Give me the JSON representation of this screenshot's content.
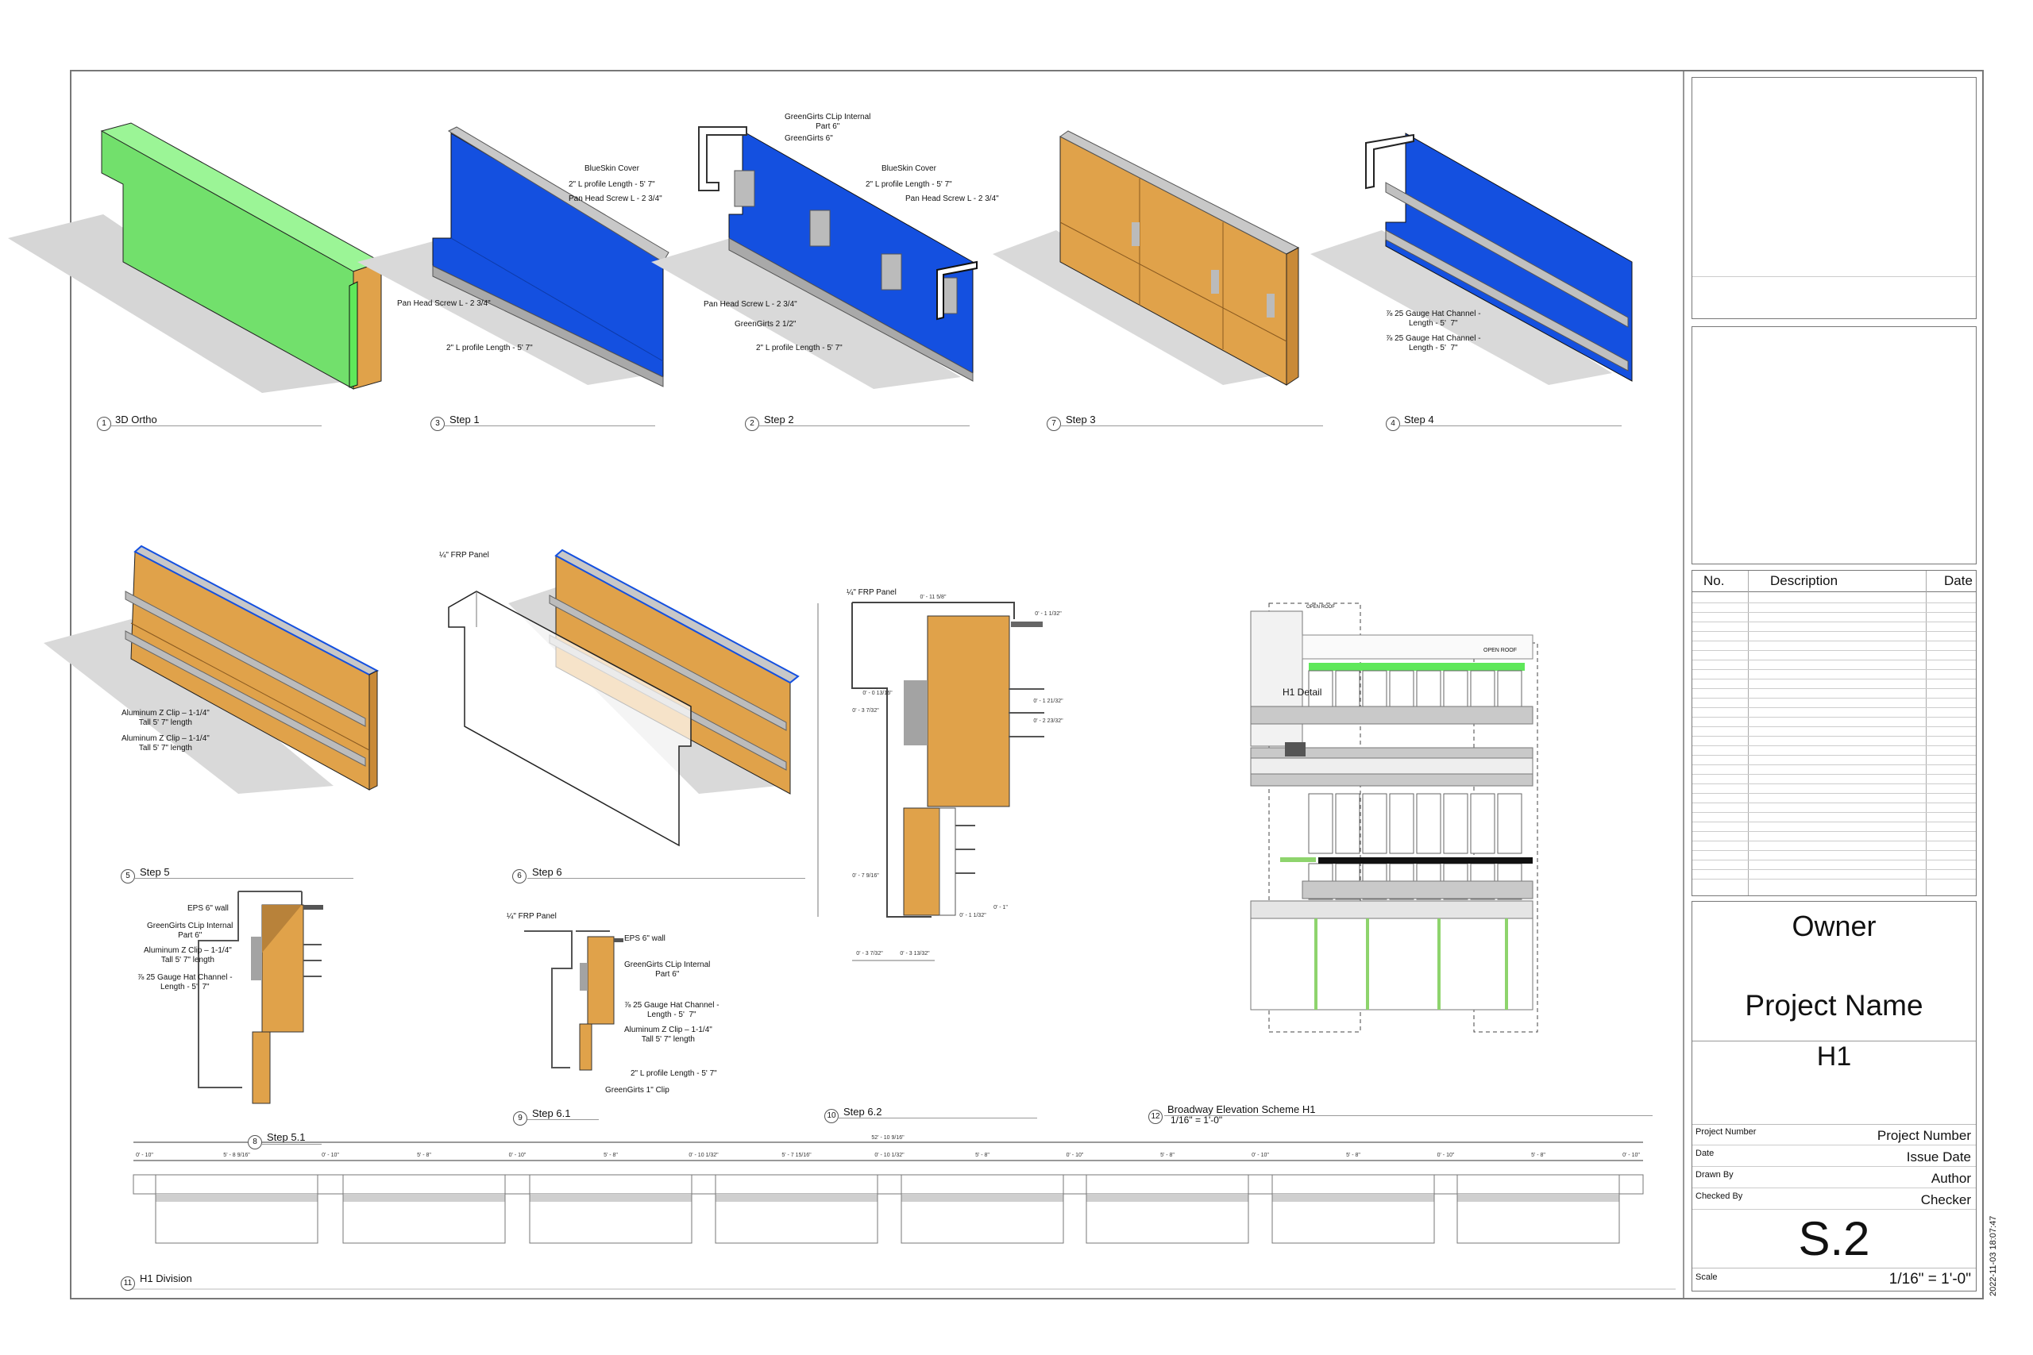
{
  "colors": {
    "green": "#7ff07a",
    "blue": "#1450e0",
    "orange": "#e0a24a",
    "gray": "#bdbdbd",
    "accent_green": "#5fe85a"
  },
  "views": [
    {
      "num": "1",
      "title": "3D Ortho"
    },
    {
      "num": "3",
      "title": "Step 1"
    },
    {
      "num": "2",
      "title": "Step 2"
    },
    {
      "num": "7",
      "title": "Step 3"
    },
    {
      "num": "4",
      "title": "Step 4"
    },
    {
      "num": "5",
      "title": "Step 5"
    },
    {
      "num": "6",
      "title": "Step 6"
    },
    {
      "num": "10",
      "title": "Step 6.2"
    },
    {
      "num": "8",
      "title": "Step 5.1"
    },
    {
      "num": "9",
      "title": "Step 6.1"
    },
    {
      "num": "12",
      "title": "Broadway Elevation Scheme H1",
      "scale": "1/16\" = 1'-0\""
    },
    {
      "num": "11",
      "title": "H1 Division"
    }
  ],
  "callouts": {
    "step1": [
      "BlueSkin Cover",
      "2\" L profile Length - 5'  7\"",
      "Pan Head Screw L - 2 3/4\"",
      "Pan Head Screw L - 2 3/4\"",
      "2\" L profile Length - 5'  7\""
    ],
    "step2": [
      "GreenGirts CLip Internal\nPart 6\"",
      "GreenGirts 6\"",
      "BlueSkin Cover",
      "2\" L profile Length - 5'  7\"",
      "Pan Head Screw L - 2 3/4\"",
      "Pan Head Screw L - 2 3/4\"",
      "GreenGirts 2 1/2\"",
      "2\" L profile Length - 5'  7\""
    ],
    "step4": [
      "⅞ 25 Gauge Hat Channel -\nLength - 5'  7\"",
      "⅞ 25 Gauge Hat Channel -\nLength - 5'  7\""
    ],
    "step5": [
      "Aluminum Z Clip – 1-1/4\"\nTall 5' 7\" length",
      "Aluminum Z Clip – 1-1/4\"\nTall 5' 7\" length"
    ],
    "step6": [
      "¼\" FRP Panel"
    ],
    "step62": [
      "¼\" FRP Panel",
      "0' - 11 5/8\"",
      "0' - 1 1/32\"",
      "0' - 0 13/16\"",
      "0' - 3 7/32\"",
      "0' - 1 21/32\"",
      "0' - 2 23/32\"",
      "0' - 7 9/16\"",
      "0' - 1 1/32\"",
      "0' - 1\"",
      "0' - 3 7/32\"",
      "0' - 3 13/32\""
    ],
    "step51": [
      "EPS 6\" wall",
      "GreenGirts CLip Internal\nPart 6\"",
      "Aluminum Z Clip – 1-1/4\"\nTall 5' 7\" length",
      "⅞ 25 Gauge Hat Channel -\nLength - 5'  7\""
    ],
    "step61": [
      "¼\" FRP Panel",
      "EPS 6\" wall",
      "GreenGirts CLip Internal\nPart 6\"",
      "⅞ 25 Gauge Hat Channel -\nLength - 5'  7\"",
      "Aluminum Z Clip – 1-1/4\"\nTall 5' 7\" length",
      "2\" L profile Length - 5'  7\"",
      "GreenGirts 1\" Clip"
    ],
    "elevation": [
      "H1 Detail",
      "OPEN ROOF",
      "OPEN ROOF"
    ]
  },
  "division": {
    "total": "52' - 10 9/16\"",
    "dims": [
      "0' - 10\"",
      "5' - 8 9/16\"",
      "0' - 10\"",
      "5' - 8\"",
      "0' - 10\"",
      "5' - 8\"",
      "0' - 10 1/32\"",
      "5' - 7 15/16\"",
      "0' - 10 1/32\"",
      "5' - 8\"",
      "0' - 10\"",
      "5' - 8\"",
      "0' - 10\"",
      "5' - 8\"",
      "0' - 10\"",
      "5' - 8\"",
      "0' - 10\""
    ]
  },
  "title_block": {
    "revision_headers": [
      "No.",
      "Description",
      "Date"
    ],
    "owner": "Owner",
    "project_name": "Project Name",
    "sheet_name": "H1",
    "fields": [
      {
        "label": "Project Number",
        "value": "Project Number"
      },
      {
        "label": "Date",
        "value": "Issue Date"
      },
      {
        "label": "Drawn By",
        "value": "Author"
      },
      {
        "label": "Checked By",
        "value": "Checker"
      }
    ],
    "sheet_number": "S.2",
    "scale_label": "Scale",
    "scale_value": "1/16\" = 1'-0\"",
    "timestamp": "2022-11-03 18:07:47"
  }
}
